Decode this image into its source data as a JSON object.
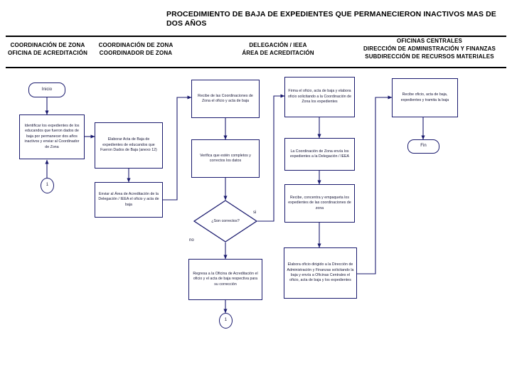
{
  "title": "PROCEDIMIENTO DE BAJA DE EXPEDIENTES QUE PERMANECIERON INACTIVOS MAS DE DOS AÑOS",
  "columns": [
    {
      "line1": "COORDINACIÓN DE ZONA",
      "line2": "OFICINA DE ACREDITACIÓN",
      "line3": ""
    },
    {
      "line1": "COORDINACIÓN DE ZONA",
      "line2": "COORDINADOR DE ZONA",
      "line3": ""
    },
    {
      "line1": "DELEGACIÓN / IEEA",
      "line2": "ÁREA DE ACREDITACIÓN",
      "line3": ""
    },
    {
      "line1": "OFICINAS CENTRALES",
      "line2": "DIRECCIÓN DE ADMINISTRACIÓN Y FINANZAS",
      "line3": "SUBDIRECCIÓN DE RECURSOS MATERIALES"
    }
  ],
  "nodes": {
    "inicio": "Inicio",
    "identificar": "Identificar los expedientes de los educandos que fueron dados de baja por permanecer dos años inactivos y enviar al Coordinador de Zona",
    "conector_1a": "1",
    "elaborar_acta": "Elaborar Acta de Baja de expedientes de educandos que Fueron Dados de Baja (anexo 12)",
    "enviar_area": "Enviar al Área de Acreditación de la Delegación / IEEA el oficio y acta de baja",
    "recibe_coord": "Recibe de las Coordinaciones de Zona el oficio y acta de baja",
    "verifica": "Verifica que estén completos y correctos los datos",
    "decision": "¿Son correctos?",
    "regresa": "Regresa a la Oficina de Acreditación el oficio y el acta de baja respectiva para su corrección",
    "conector_1b": "1",
    "firma_oficio": "Firma el oficio, acta de baja y elabora oficio solicitando a la Coordinación de Zona los expedientes",
    "coord_envia": "La Coordinación de Zona envía los expedientes a la Delegación / IEEA",
    "recibe_concentra": "Recibe, concentra y empaqueta los expedientes de las coordinaciones de zona",
    "elabora_dirigido": "Elabora oficio dirigido a la Dirección de Administración y Finanzas solicitando la baja y envía a Oficinas Centrales el oficio, acta de baja y los expedientes",
    "recibe_tramita": "Recibe oficio, acta de baja, expedientes y tramita la baja",
    "fin": "Fin"
  },
  "edge_labels": {
    "si": "si",
    "no": "no"
  },
  "colors": {
    "node_border": "#1a1a6e",
    "connector_line": "#1a1a6e",
    "text": "#111133",
    "header_text": "#000000"
  }
}
